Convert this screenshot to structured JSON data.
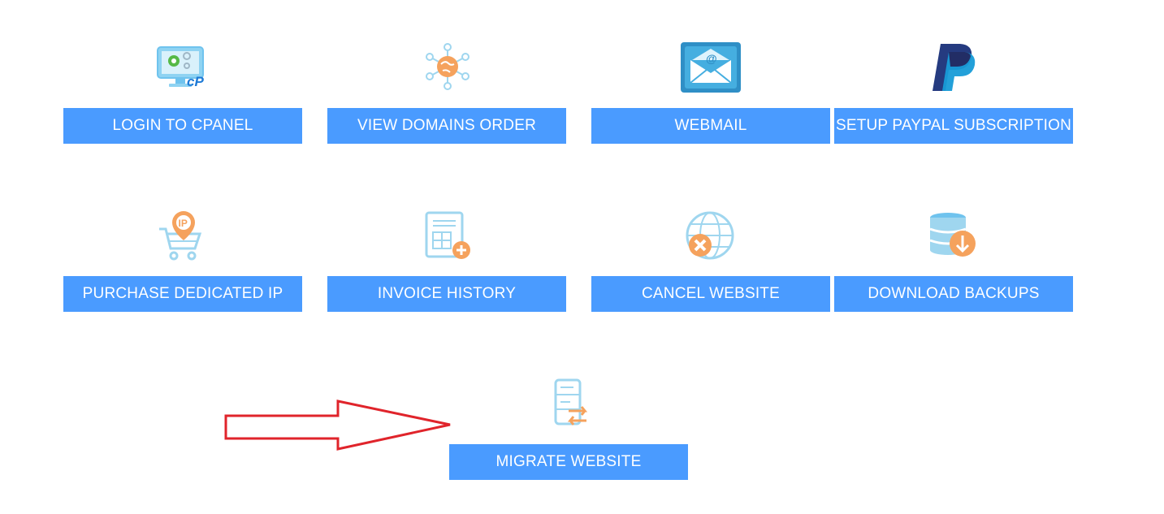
{
  "colors": {
    "button_bg": "#4a9bff",
    "button_text": "#ffffff",
    "icon_blue": "#6fc3ee",
    "icon_orange": "#f5a25d",
    "arrow": "#e0242b"
  },
  "tiles": [
    {
      "label": "LOGIN TO CPANEL",
      "icon": "cpanel-monitor-icon"
    },
    {
      "label": "VIEW DOMAINS ORDER",
      "icon": "globe-network-icon"
    },
    {
      "label": "WEBMAIL",
      "icon": "envelope-icon"
    },
    {
      "label": "SETUP PAYPAL SUBSCRIPTION",
      "icon": "paypal-icon"
    },
    {
      "label": "PURCHASE DEDICATED IP",
      "icon": "cart-ip-icon"
    },
    {
      "label": "INVOICE HISTORY",
      "icon": "invoice-add-icon"
    },
    {
      "label": "CANCEL WEBSITE",
      "icon": "globe-cancel-icon"
    },
    {
      "label": "DOWNLOAD BACKUPS",
      "icon": "database-download-icon"
    },
    {
      "label": "MIGRATE WEBSITE",
      "icon": "server-migrate-icon"
    }
  ],
  "icon_text": {
    "cpanel": "cP",
    "ip": "IP",
    "email_at": "@"
  },
  "annotation": {
    "icon": "red-arrow-icon"
  }
}
